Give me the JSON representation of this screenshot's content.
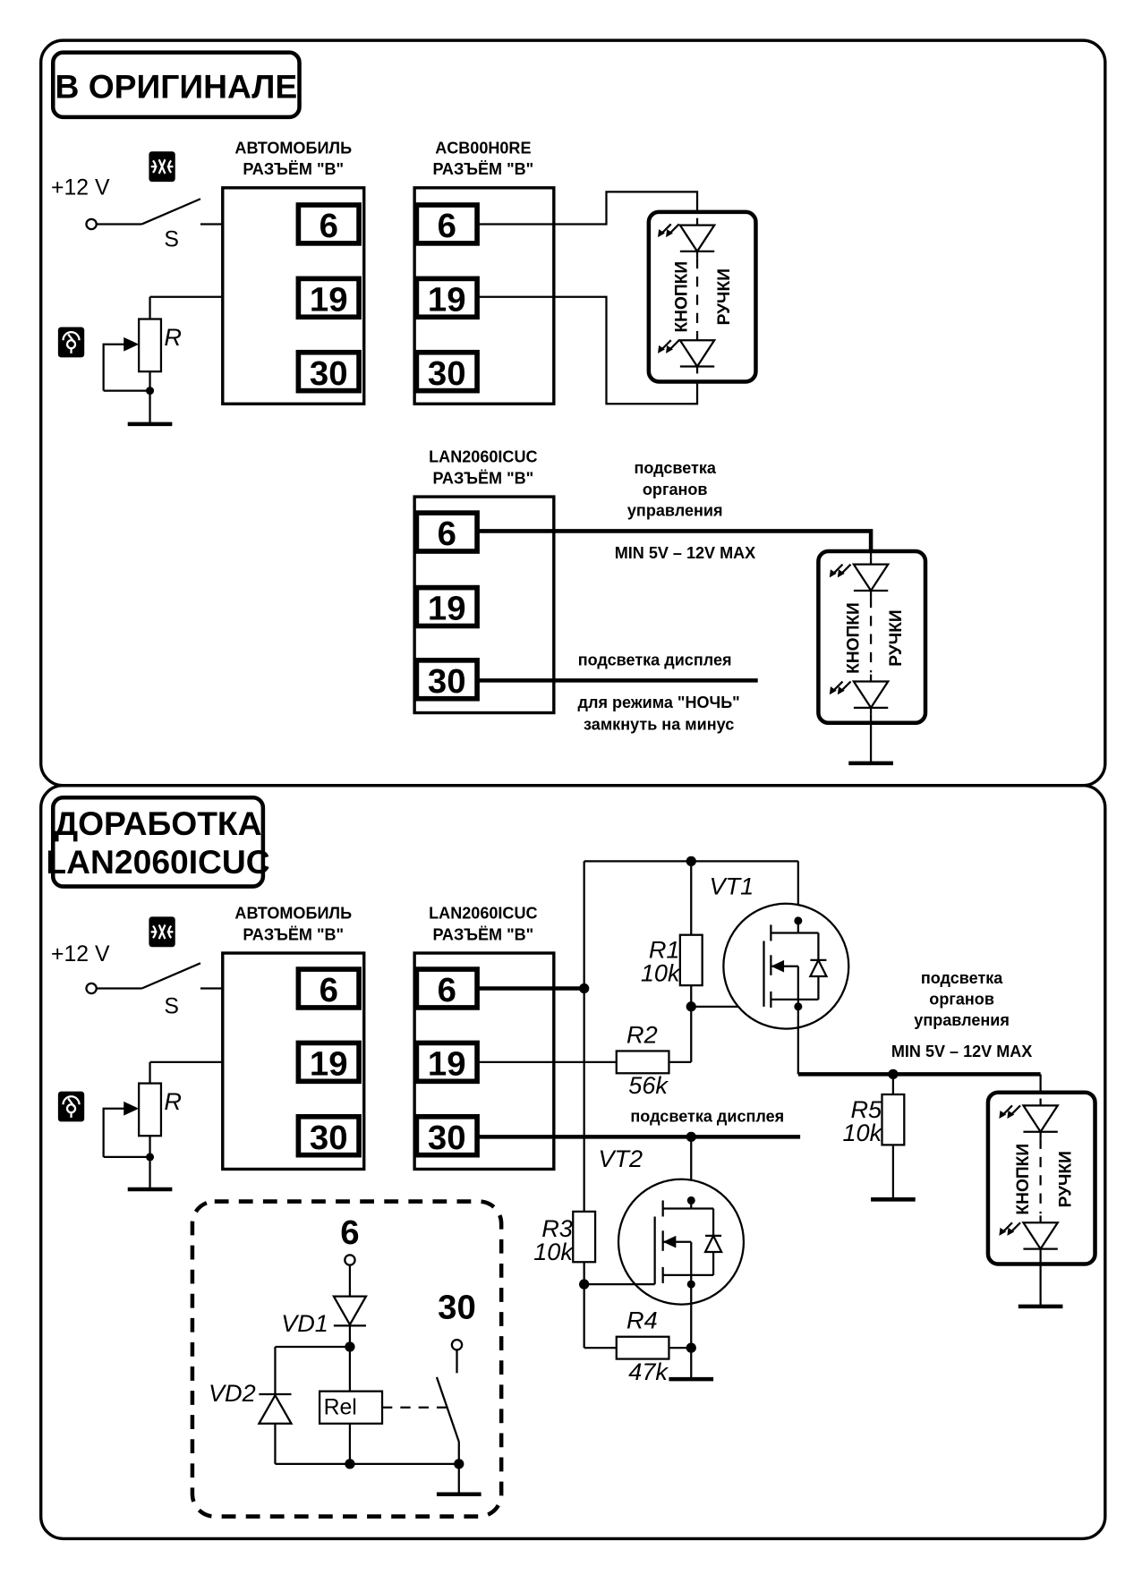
{
  "original": {
    "title": "В ОРИГИНАЛЕ",
    "supply": "+12 V",
    "switch": "S",
    "resistor": "R",
    "car": {
      "line1": "АВТОМОБИЛЬ",
      "line2": "РАЗЪЁМ \"В\""
    },
    "acb": {
      "line1": "ACB00H0RE",
      "line2": "РАЗЪЁМ \"В\""
    },
    "lan": {
      "line1": "LAN2060ICUC",
      "line2": "РАЗЪЁМ \"В\""
    },
    "pins": [
      "6",
      "19",
      "30"
    ],
    "buttons_label": "КНОПКИ",
    "knobs_label": "РУЧКИ",
    "controls_lighting": [
      "подсветка",
      "органов",
      "управления"
    ],
    "voltage_range": "MIN 5V – 12V MAX",
    "display_lighting": "подсветка дисплея",
    "night_mode": [
      "для режима \"НОЧЬ\"",
      "замкнуть на минус"
    ]
  },
  "modified": {
    "title": [
      "ДОРАБОТКА",
      "LAN2060ICUC"
    ],
    "supply": "+12 V",
    "switch": "S",
    "resistor": "R",
    "car": {
      "line1": "АВТОМОБИЛЬ",
      "line2": "РАЗЪЁМ \"В\""
    },
    "lan": {
      "line1": "LAN2060ICUC",
      "line2": "РАЗЪЁМ \"В\""
    },
    "pins": [
      "6",
      "19",
      "30"
    ],
    "vt1": "VT1",
    "vt2": "VT2",
    "r1": {
      "name": "R1",
      "value": "10k"
    },
    "r2": {
      "name": "R2",
      "value": "56k"
    },
    "r3": {
      "name": "R3",
      "value": "10k"
    },
    "r4": {
      "name": "R4",
      "value": "47k"
    },
    "r5": {
      "name": "R5",
      "value": "10k"
    },
    "controls_lighting": [
      "подсветка",
      "органов",
      "управления"
    ],
    "voltage_range": "MIN 5V – 12V MAX",
    "display_lighting": "подсветка дисплея",
    "buttons_label": "КНОПКИ",
    "knobs_label": "РУЧКИ",
    "relay": {
      "pin_top": "6",
      "pin_right": "30",
      "vd1": "VD1",
      "vd2": "VD2",
      "rel": "Rel"
    }
  }
}
